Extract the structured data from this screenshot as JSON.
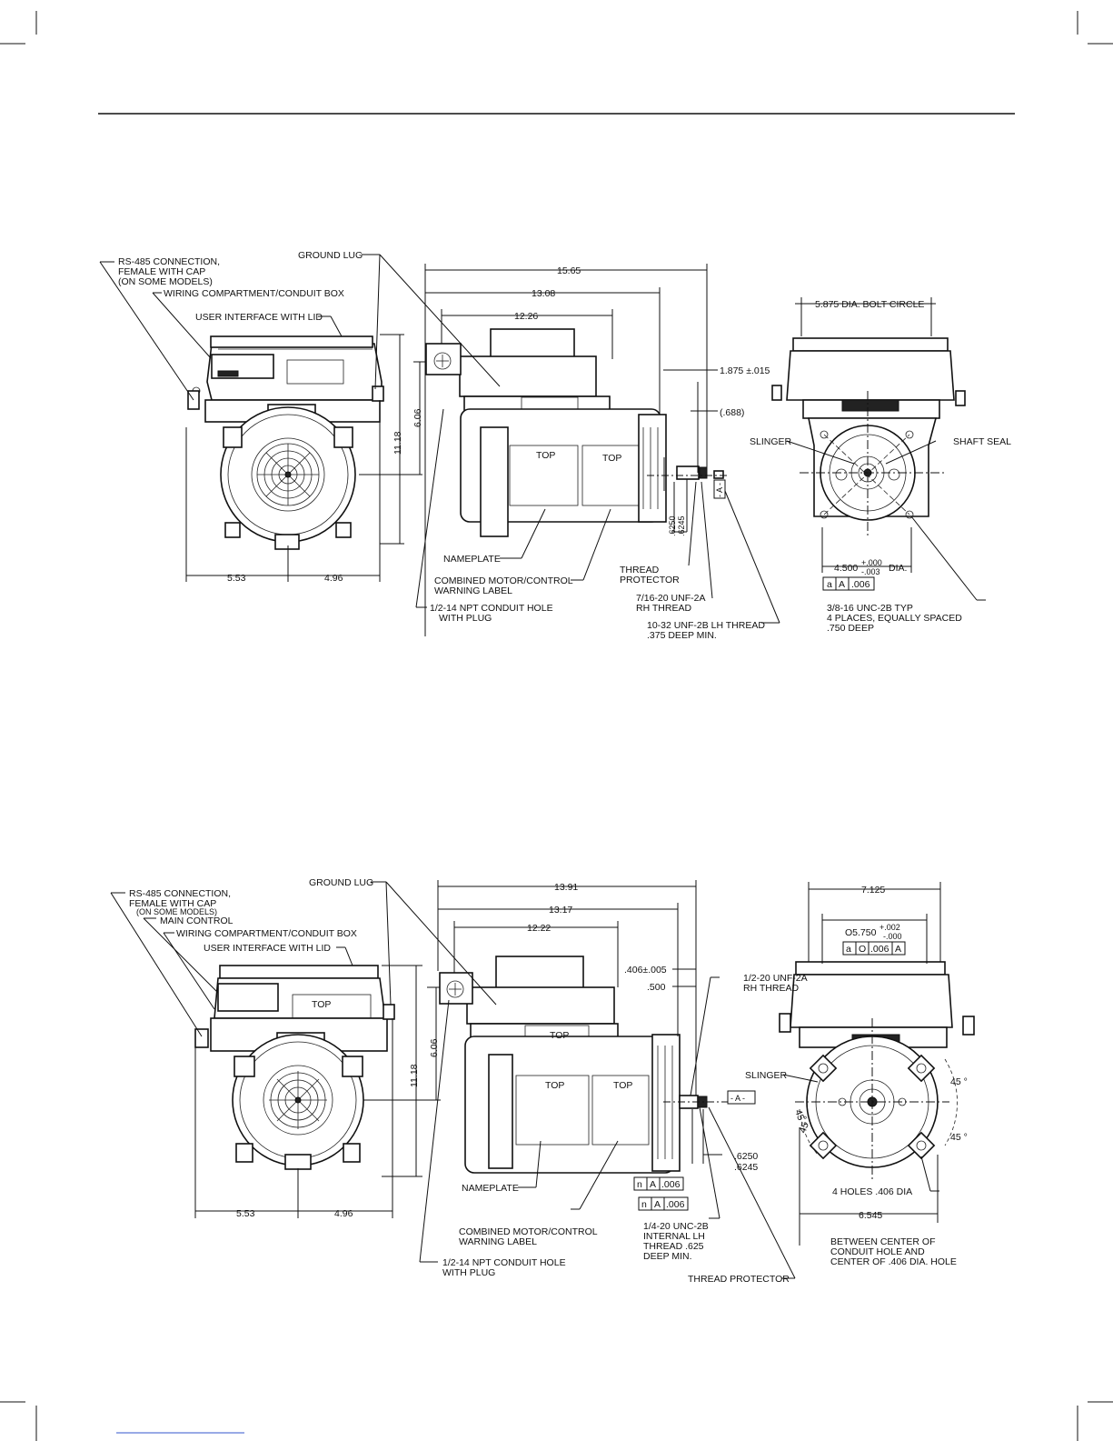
{
  "drawing_top": {
    "callouts": {
      "rs485": [
        "RS-485 CONNECTION,",
        "FEMALE WITH CAP",
        "(ON SOME MODELS)"
      ],
      "wiring": "WIRING COMPARTMENT/CONDUIT BOX",
      "user_interface": "USER INTERFACE WITH LID",
      "ground_lug": "GROUND LUG",
      "nameplate": "NAMEPLATE",
      "warning": [
        "COMBINED MOTOR/CONTROL",
        "WARNING LABEL"
      ],
      "conduit": [
        "1/2-14 NPT CONDUIT HOLE",
        "WITH PLUG"
      ],
      "thread_protector": [
        "THREAD",
        "PROTECTOR"
      ],
      "thread_7_16": [
        "7/16-20 UNF-2A",
        "RH THREAD"
      ],
      "thread_10_32": [
        "10-32 UNF-2B LH THREAD",
        ".375 DEEP MIN."
      ],
      "slinger": "SLINGER",
      "shaft_seal": "SHAFT SEAL",
      "bolt_holes": [
        "3/8-16 UNC-2B TYP",
        "4 PLACES, EQUALLY SPACED",
        ".750 DEEP"
      ],
      "top_1": "TOP",
      "top_2": "TOP"
    },
    "dims": {
      "overall": "15.65",
      "d13": "13.08",
      "d12": "12.26",
      "shaft_ext": "1.875 ±.015",
      "d688": "(.688)",
      "height": "11.18",
      "h606": "6.06",
      "left": "5.53",
      "right": "4.96",
      "shaft_dia": [
        ".6250",
        ".6245"
      ],
      "bolt_circle": "5.875  DIA. BOLT CIRCLE",
      "pilot": "4.500",
      "pilot_tol_plus": "+.000",
      "pilot_tol_minus": "-.003",
      "pilot_suffix": "DIA.",
      "datum": "- A -",
      "fcf": [
        "a",
        "A",
        ".006"
      ]
    }
  },
  "drawing_bottom": {
    "callouts": {
      "rs485": [
        "RS-485 CONNECTION,",
        "FEMALE WITH CAP"
      ],
      "some_models": "(ON SOME MODELS)",
      "main_control": "MAIN CONTROL",
      "wiring": "WIRING COMPARTMENT/CONDUIT BOX",
      "user_interface": "USER INTERFACE WITH LID",
      "ground_lug": "GROUND LUG",
      "nameplate": "NAMEPLATE",
      "warning": [
        "COMBINED MOTOR/CONTROL",
        "WARNING LABEL"
      ],
      "conduit": [
        "1/2-14 NPT CONDUIT HOLE",
        "WITH PLUG"
      ],
      "thread_half": [
        "1/2-20 UNF-2A",
        "RH THREAD"
      ],
      "thread_quarter": [
        "1/4-20 UNC-2B",
        "INTERNAL LH",
        "THREAD .625",
        "DEEP MIN."
      ],
      "thread_protector": "THREAD PROTECTOR",
      "slinger": "SLINGER",
      "holes": "4 HOLES .406 DIA",
      "between": [
        "BETWEEN CENTER OF",
        "CONDUIT HOLE AND",
        "CENTER OF .406 DIA. HOLE"
      ],
      "top_lid": "TOP",
      "top_box": "TOP",
      "top_1": "TOP",
      "top_2": "TOP"
    },
    "dims": {
      "overall": "13.91",
      "d13": "13.17",
      "d12": "12.22",
      "d406": ".406±.005",
      "d500": ".500",
      "height": "11.18",
      "h606": "6.06",
      "left": "5.53",
      "right": "4.96",
      "width": "7.125",
      "pilot": "O5.750",
      "pilot_tol_plus": "+.002",
      "pilot_tol_minus": "-.000",
      "fcf_pilot": [
        "a",
        "O",
        ".006",
        "A"
      ],
      "shaft_dia": [
        ".6250",
        ".6245"
      ],
      "fcf_1": [
        "n",
        "A",
        ".006"
      ],
      "fcf_2": [
        "n",
        "A",
        ".006"
      ],
      "datum": "- A -",
      "angle_a": "45 °",
      "angle_b": "45 °",
      "angle_c": "45 °",
      "angle_d": "45 °",
      "bolt_span": "6.545"
    }
  }
}
